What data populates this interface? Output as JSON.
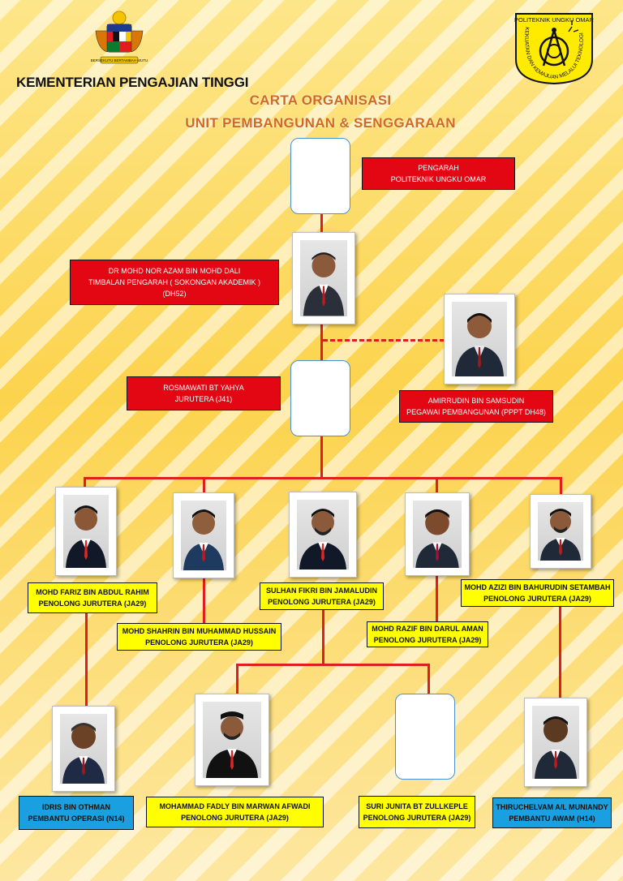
{
  "header": {
    "ministry": "KEMENTERIAN PENGAJIAN TINGGI",
    "crest_motto": "BERSEKUTU BERTAMBAH MUTU",
    "logo_top": "POLITEKNIK UNGKU OMAR",
    "logo_ring": "KEKUATAN DAN KEMAJUAN MELALUI TEKNOLOGI"
  },
  "title": {
    "line1": "CARTA ORGANISASI",
    "line2": "UNIT PEMBANGUNAN & SENGGARAAN"
  },
  "nodes": {
    "pengarah": {
      "l1": "PENGARAH",
      "l2": "POLITEKNIK UNGKU OMAR"
    },
    "timbalan": {
      "l1": "DR MOHD NOR AZAM BIN MOHD DALI",
      "l2": "TIMBALAN PENGARAH ( SOKONGAN AKADEMIK )",
      "l3": "(DH52)"
    },
    "amirrudin": {
      "l1": "AMIRRUDIN BIN SAMSUDIN",
      "l2": "PEGAWAI PEMBANGUNAN (PPPT DH48)"
    },
    "rosmawati": {
      "l1": "ROSMAWATI BT YAHYA",
      "l2": "JURUTERA (J41)"
    },
    "fariz": {
      "l1": "MOHD FARIZ BIN ABDUL RAHIM",
      "l2": "PENOLONG JURUTERA (JA29)"
    },
    "shahrin": {
      "l1": "MOHD SHAHRIN BIN MUHAMMAD HUSSAIN",
      "l2": "PENOLONG JURUTERA (JA29)"
    },
    "sulhan": {
      "l1": "SULHAN FIKRI BIN JAMALUDIN",
      "l2": "PENOLONG JURUTERA (JA29)"
    },
    "razif": {
      "l1": "MOHD RAZIF BIN DARUL AMAN",
      "l2": "PENOLONG JURUTERA (JA29)"
    },
    "azizi": {
      "l1": "MOHD AZIZI BIN BAHURUDIN SETAMBAH",
      "l2": "PENOLONG JURUTERA (JA29)"
    },
    "idris": {
      "l1": "IDRIS BIN OTHMAN",
      "l2": "PEMBANTU OPERASI (N14)"
    },
    "fadly": {
      "l1": "MOHAMMAD FADLY BIN MARWAN AFWADI",
      "l2": "PENOLONG JURUTERA (JA29)"
    },
    "suri": {
      "l1": "SURI JUNITA BT ZULLKEPLE",
      "l2": "PENOLONG JURUTERA (JA29)"
    },
    "thiru": {
      "l1": "THIRUCHELVAM A/L MUNIANDY",
      "l2": "PEMBANTU AWAM (H14)"
    }
  },
  "colors": {
    "connector": "#e11d1d",
    "label_red": "#e30613",
    "label_yellow": "#ffff00",
    "label_blue": "#1aa0e0",
    "title": "#d2691e"
  }
}
